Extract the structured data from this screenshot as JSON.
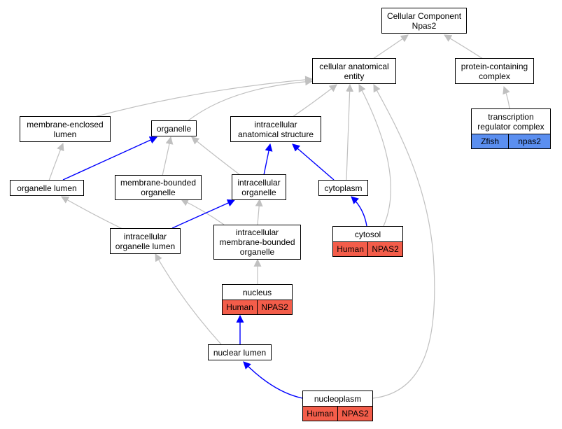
{
  "colors": {
    "edge_gray": "#c0c0c0",
    "edge_blue": "#0000ff",
    "human_annotation": "#f35d4a",
    "zfish_annotation": "#5b8ff0"
  },
  "nodes": {
    "root": "Cellular Component\nNpas2",
    "cellular_anatomical_entity": "cellular anatomical\nentity",
    "protein_containing_complex": "protein-containing\ncomplex",
    "membrane_enclosed_lumen": "membrane-enclosed\nlumen",
    "organelle": "organelle",
    "intracellular_anatomical_structure": "intracellular\nanatomical structure",
    "transcription_regulator_complex": "transcription\nregulator complex",
    "organelle_lumen": "organelle lumen",
    "membrane_bounded_organelle": "membrane-bounded\norganelle",
    "intracellular_organelle": "intracellular\norganelle",
    "cytoplasm": "cytoplasm",
    "intracellular_organelle_lumen": "intracellular\norganelle lumen",
    "intracellular_membrane_bounded_organelle": "intracellular\nmembrane-bounded\norganelle",
    "cytosol": "cytosol",
    "nucleus": "nucleus",
    "nuclear_lumen": "nuclear lumen",
    "nucleoplasm": "nucleoplasm"
  },
  "annotations": {
    "transcription_regulator_complex": [
      "Zfish",
      "npas2"
    ],
    "cytosol": [
      "Human",
      "NPAS2"
    ],
    "nucleus": [
      "Human",
      "NPAS2"
    ],
    "nucleoplasm": [
      "Human",
      "NPAS2"
    ]
  }
}
